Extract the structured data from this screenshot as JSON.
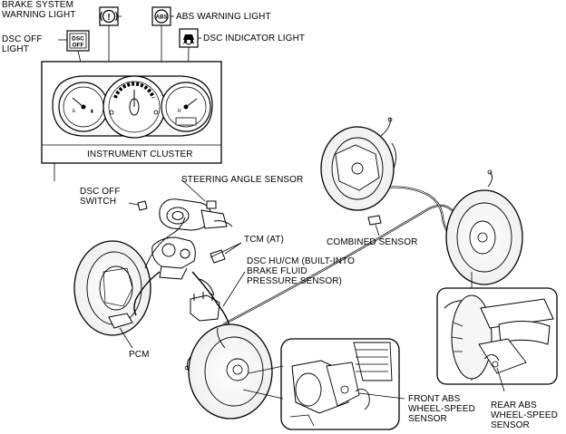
{
  "labels": {
    "brake_warning": [
      "BRAKE SYSTEM",
      "WARNING LIGHT"
    ],
    "abs_warning": "ABS WARNING LIGHT",
    "dsc_off_light": [
      "DSC OFF",
      "LIGHT"
    ],
    "dsc_indicator": "DSC INDICATOR LIGHT",
    "instrument_cluster": "INSTRUMENT CLUSTER",
    "steering_angle_sensor": "STEERING ANGLE SENSOR",
    "dsc_off_switch": [
      "DSC OFF",
      "SWITCH"
    ],
    "combined_sensor": "COMBINED SENSOR",
    "tcm": "TCM (AT)",
    "dsc_hucm": [
      "DSC HU/CM (BUILT-INTO",
      "BRAKE FLUID",
      "PRESSURE SENSOR)"
    ],
    "pcm": "PCM",
    "front_abs": [
      "FRONT ABS",
      "WHEEL-SPEED",
      "SENSOR"
    ],
    "rear_abs": [
      "REAR ABS",
      "WHEEL-SPEED",
      "SENSOR"
    ]
  },
  "icons": {
    "dsc_off_text": [
      "DSC",
      "OFF"
    ],
    "abs_text": "ABS",
    "brake_symbol": "!"
  },
  "colors": {
    "line": "#000000",
    "background": "#ffffff",
    "fill_light": "#e8e8e8"
  }
}
